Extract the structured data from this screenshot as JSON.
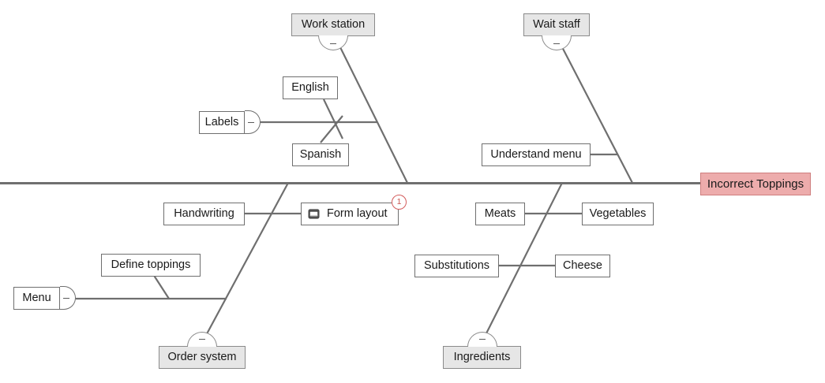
{
  "diagram": {
    "type": "fishbone",
    "head": {
      "label": "Incorrect Toppings",
      "color": "#edacac",
      "border_color": "#cf7e7e"
    },
    "spine_color": "#6f6f6f",
    "category_fill": "#e6e6e6",
    "node_fill": "#ffffff",
    "node_border": "#6f6f6f"
  },
  "nodes": {
    "work_station": {
      "label": "Work station",
      "handle": "minus"
    },
    "wait_staff": {
      "label": "Wait staff",
      "handle": "minus"
    },
    "order_system": {
      "label": "Order system",
      "handle": "minus"
    },
    "ingredients": {
      "label": "Ingredients",
      "handle": "minus"
    },
    "labels": {
      "label": "Labels",
      "handle": "minus"
    },
    "menu": {
      "label": "Menu",
      "handle": "minus"
    },
    "english": {
      "label": "English"
    },
    "spanish": {
      "label": "Spanish"
    },
    "understand_menu": {
      "label": "Understand menu"
    },
    "handwriting": {
      "label": "Handwriting"
    },
    "form_layout": {
      "label": "Form layout",
      "icon": "note-icon",
      "badge": "1"
    },
    "define_toppings": {
      "label": "Define toppings"
    },
    "meats": {
      "label": "Meats"
    },
    "vegetables": {
      "label": "Vegetables"
    },
    "substitutions": {
      "label": "Substitutions"
    },
    "cheese": {
      "label": "Cheese"
    }
  },
  "badges": {
    "form_layout_comment_count": "1"
  }
}
